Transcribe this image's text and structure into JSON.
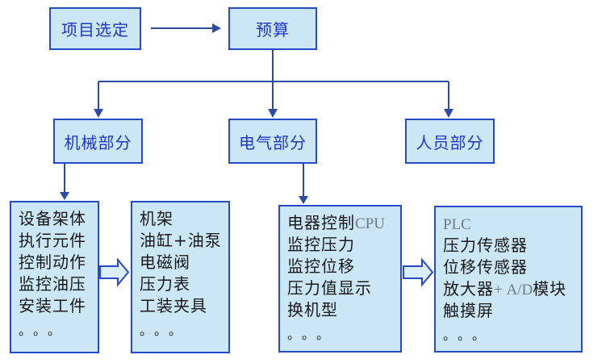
{
  "diagram_title": "project-budget-breakdown-flowchart",
  "colors": {
    "box_border": "#2a49c9",
    "connector": "#2c4ba4",
    "box_background": "#cbe7f6",
    "block_arrow_fill": "#daeefb",
    "header_text": "#2036c8",
    "body_text": "#191919",
    "latin_text": "#6e7a86"
  },
  "nodes": {
    "project": {
      "label": "项目选定"
    },
    "budget": {
      "label": "预算"
    },
    "mechanical": {
      "label": "机械部分"
    },
    "electrical": {
      "label": "电气部分"
    },
    "personnel": {
      "label": "人员部分"
    }
  },
  "lists": {
    "mech_tasks": {
      "items": [
        {
          "pre": "设备架体"
        },
        {
          "pre": "执行元件"
        },
        {
          "pre": "控制动作"
        },
        {
          "pre": "监控油压"
        },
        {
          "pre": "安装工件"
        },
        {
          "pre": "。。。"
        }
      ]
    },
    "mech_parts": {
      "items": [
        {
          "pre": "机架"
        },
        {
          "pre": "油缸+油泵"
        },
        {
          "pre": "电磁阀"
        },
        {
          "pre": "压力表"
        },
        {
          "pre": "工装夹具"
        },
        {
          "pre": "。。。"
        }
      ]
    },
    "elec_tasks": {
      "items": [
        {
          "pre": "电器控制",
          "latin": "CPU"
        },
        {
          "pre": "监控压力"
        },
        {
          "pre": "监控位移"
        },
        {
          "pre": "压力值显示"
        },
        {
          "pre": "换机型"
        },
        {
          "pre": "。。。"
        }
      ]
    },
    "elec_parts": {
      "items": [
        {
          "latin": "PLC"
        },
        {
          "pre": "压力传感器"
        },
        {
          "pre": "位移传感器"
        },
        {
          "pre": "放大器",
          "latin": "+ A/D",
          "post": "模块"
        },
        {
          "pre": "触摸屏"
        },
        {
          "pre": "。。。"
        }
      ]
    }
  }
}
